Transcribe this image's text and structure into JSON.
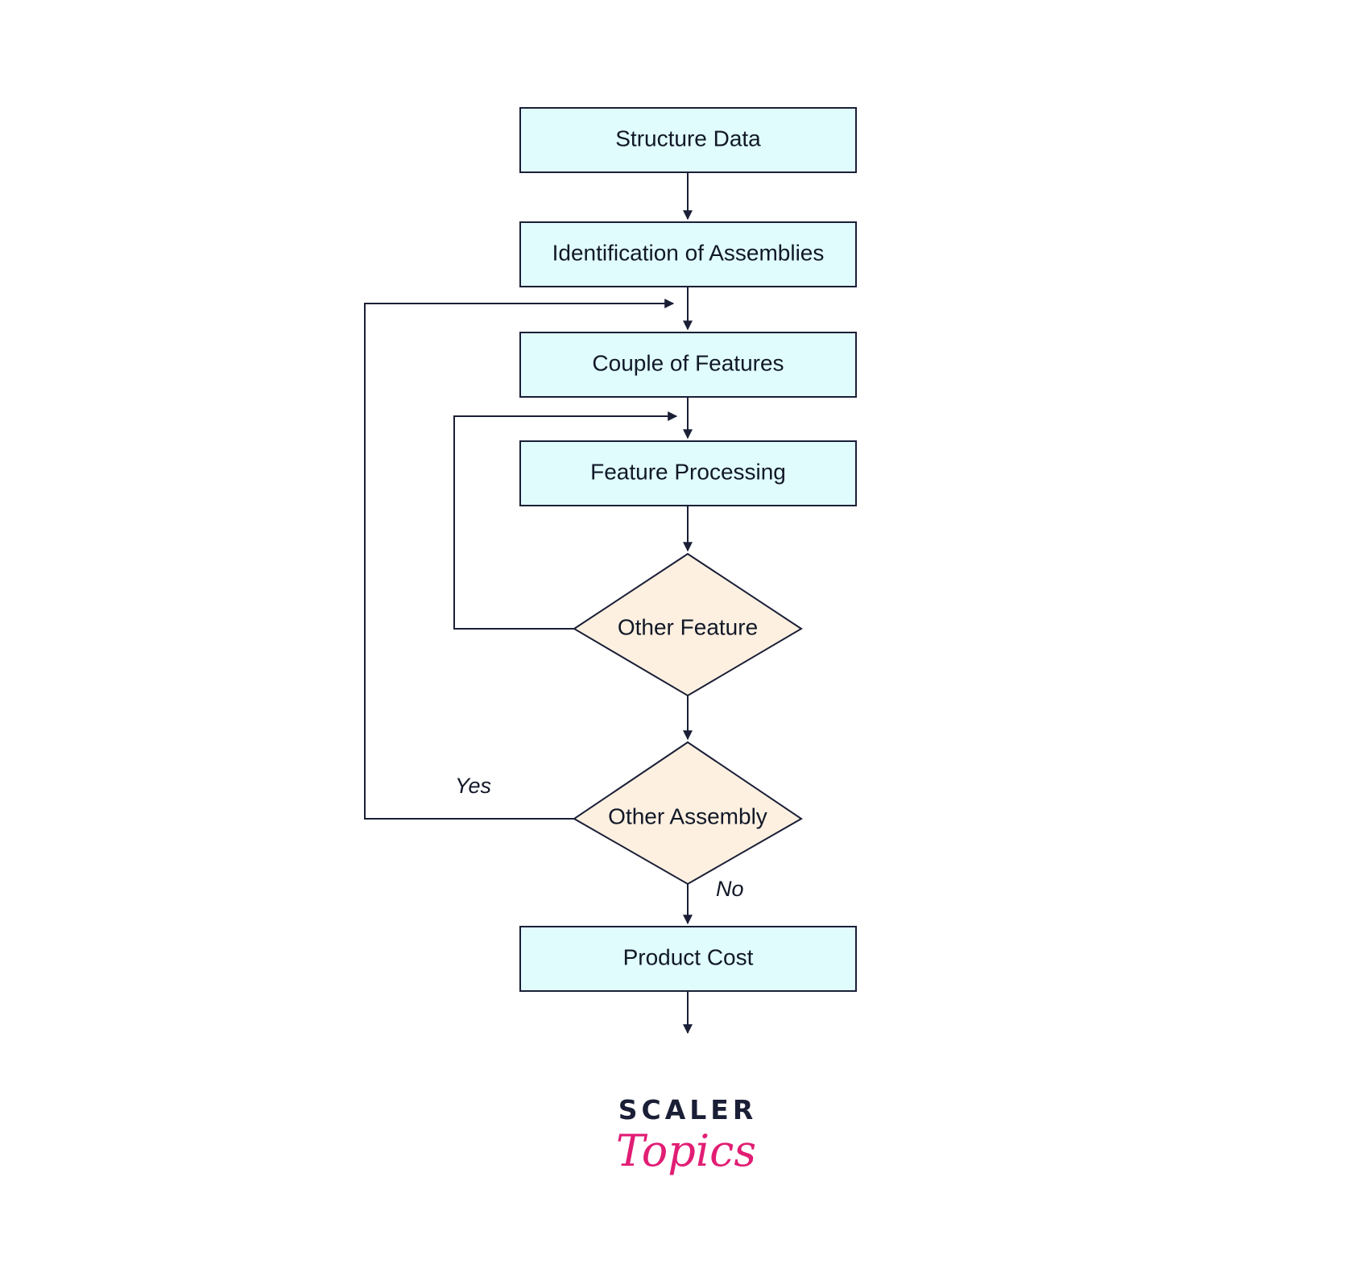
{
  "colors": {
    "process_fill": "#e0fcfd",
    "decision_fill": "#fdf0e1",
    "stroke": "#1a1f36",
    "logo_dark": "#1a1f36",
    "logo_accent": "#e11d74"
  },
  "nodes": {
    "structure_data": "Structure Data",
    "identification_of_assemblies": "Identification of Assemblies",
    "couple_of_features": "Couple of Features",
    "feature_processing": "Feature Processing",
    "other_feature": "Other Feature",
    "other_assembly": "Other Assembly",
    "product_cost": "Product Cost"
  },
  "labels": {
    "yes": "Yes",
    "no": "No"
  },
  "logo": {
    "top": "SCALER",
    "bottom": "Topics"
  }
}
